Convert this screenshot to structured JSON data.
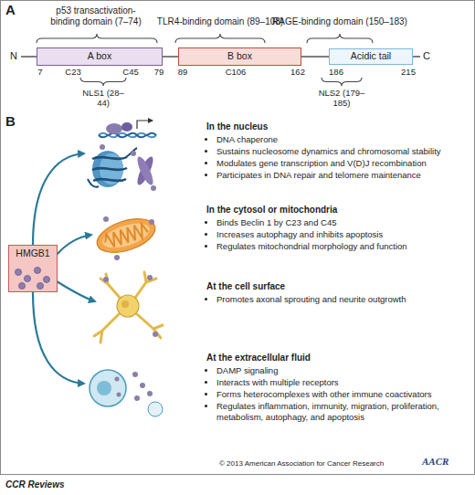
{
  "diagram": {
    "nodes": [
      {
        "text": [
          "A box"
        ]
      },
      {
        "text": [
          "B box"
        ]
      },
      {
        "text": [
          "Acidic tail"
        ]
      },
      {
        "text": [
          "HMGB1"
        ]
      }
    ],
    "edges": [
      {
        "from": 0,
        "to": 1,
        "arrow": "none"
      },
      {
        "from": 1,
        "to": 2,
        "arrow": "none"
      }
    ],
    "labels": [
      "A",
      "p53 transactivation- binding domain (7–74)",
      "TLR4-binding domain (89–108)",
      "RAGE-binding domain (150–183)",
      "N",
      "C",
      "7",
      "C23",
      "C45",
      "79",
      "89",
      "C106",
      "162",
      "186",
      "215",
      "NLS1 (28–44)",
      "NLS2 (179–185)",
      "B",
      "In the nucleus",
      "DNA chaperone",
      "Sustains nucleosome dynamics and chromosomal stability",
      "Modulates gene transcription and V(D)J recombination",
      "Participates in DNA repair and telomere maintenance",
      "In the cytosol or mitochondria",
      "Binds Beclin 1 by C23 and C45",
      "Increases autophagy and inhibits apoptosis",
      "Regulates mitochondrial morphology and function",
      "At the cell surface",
      "Promotes axonal sprouting and neurite outgrowth",
      "At the extracellular fluid",
      "DAMP signaling",
      "Interacts with multiple receptors",
      "Forms heterocomplexes with other immune coactivators",
      "Regulates inflammation, immunity, migration, proliferation, metabolism, autophagy, and apoptosis",
      "© 2013 American Association for Cancer Research",
      "CCR Reviews",
      "AACR"
    ]
  }
}
